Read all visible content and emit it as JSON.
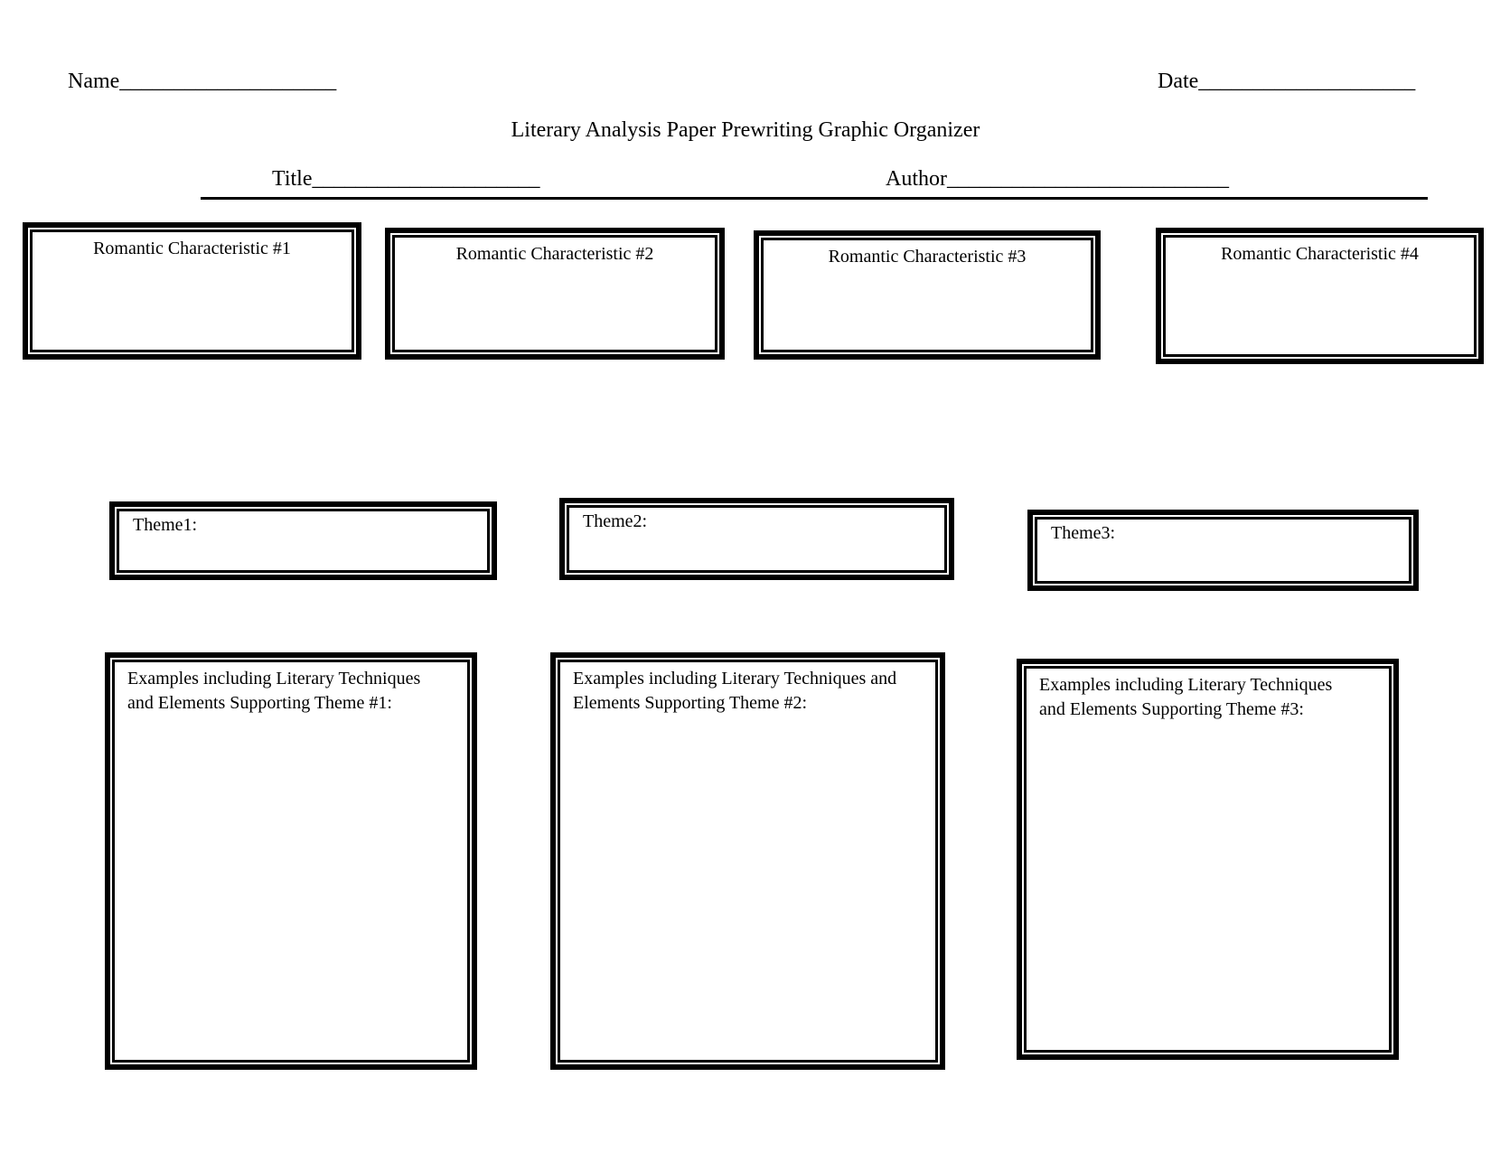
{
  "header": {
    "name_field": "Name____________________",
    "date_field": "Date____________________",
    "title": "Literary Analysis Paper Prewriting Graphic Organizer",
    "title_field": "Title_____________________",
    "author_field": "Author__________________________"
  },
  "characteristics": [
    {
      "label": "Romantic Characteristic #1"
    },
    {
      "label": "Romantic Characteristic #2"
    },
    {
      "label": "Romantic Characteristic #3"
    },
    {
      "label": "Romantic Characteristic #4"
    }
  ],
  "themes": [
    {
      "label": "Theme1:"
    },
    {
      "label": "Theme2:"
    },
    {
      "label": "Theme3:"
    }
  ],
  "examples": [
    {
      "line1": "Examples including Literary Techniques",
      "line2": "and Elements Supporting Theme #1:"
    },
    {
      "line1": "Examples including Literary Techniques and",
      "line2": "Elements Supporting Theme #2:"
    },
    {
      "line1": "Examples including Literary Techniques",
      "line2": "and Elements Supporting Theme #3:"
    }
  ]
}
